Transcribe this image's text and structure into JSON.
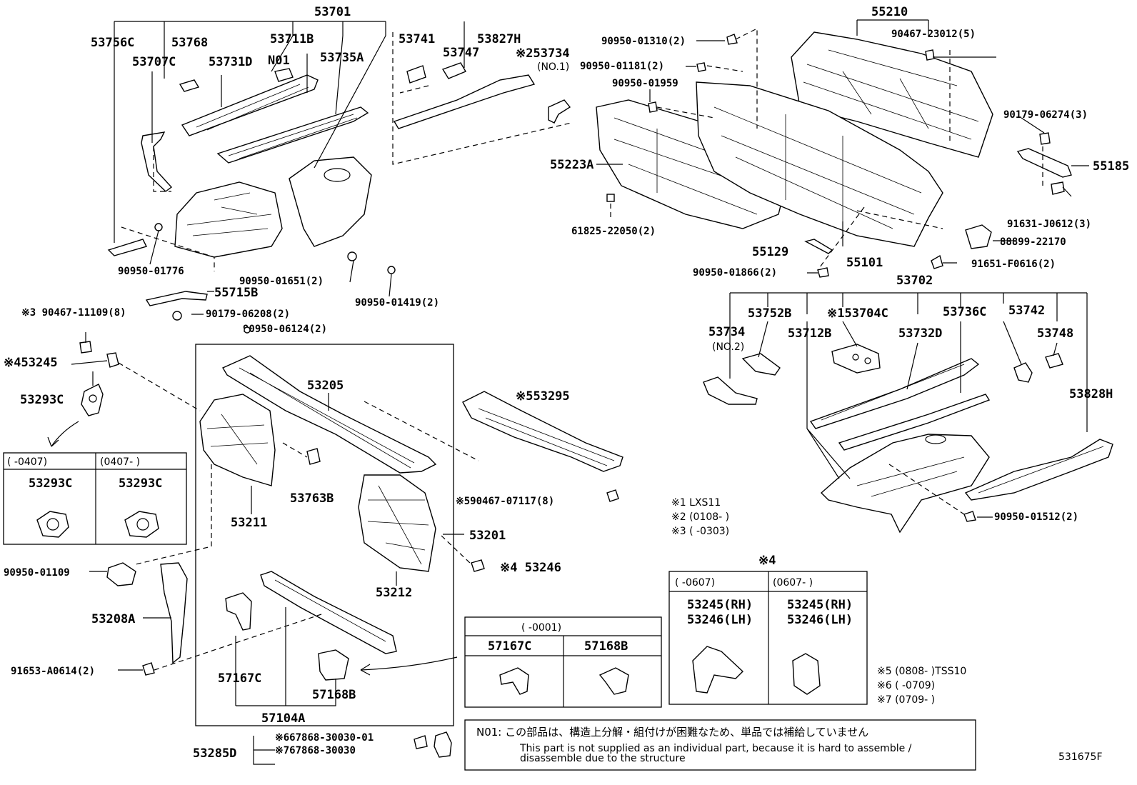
{
  "labels": {
    "p53701": "53701",
    "p53756c": "53756C",
    "p53768": "53768",
    "p53711b": "53711B",
    "p53707c": "53707C",
    "p53731d": "53731D",
    "n01": "N01",
    "p53735a": "53735A",
    "p53741": "53741",
    "p53747": "53747",
    "p53827h": "53827H",
    "p53734_1": "※253734",
    "no1": "(NO.1)",
    "b90950_01776": "90950-01776",
    "b90950_01651": "90950-01651(2)",
    "b90950_01419": "90950-01419(2)",
    "p55715b": "55715B",
    "b90179_06208": "90179-06208(2)",
    "b90467_11109": "※3 90467-11109(8)",
    "b90950_06124": "90950-06124(2)",
    "p53245": "※453245",
    "p53293c": "53293C",
    "p53205": "53205",
    "p53295": "※553295",
    "p53211": "53211",
    "p53763b": "53763B",
    "b90467_07117": "※590467-07117(8)",
    "p53201": "53201",
    "p53212": "53212",
    "p53246": "※4 53246",
    "b90950_01109": "90950-01109",
    "p53208a": "53208A",
    "b91653_a0614": "91653-A0614(2)",
    "p57167c": "57167C",
    "p57168b": "57168B",
    "p57104a": "57104A",
    "c67868_01": "※667868-30030-01",
    "c67868_02": "※767868-30030",
    "p53285d": "53285D",
    "p55210": "55210",
    "b90950_01310": "90950-01310(2)",
    "b90467_23012": "90467-23012(5)",
    "b90950_01181": "90950-01181(2)",
    "b90950_01959": "90950-01959",
    "p55223a": "55223A",
    "b90179_06274": "90179-06274(3)",
    "p55185": "55185",
    "b91631_j0612": "91631-J0612(3)",
    "b61825_22050": "61825-22050(2)",
    "p55129": "55129",
    "p55101": "55101",
    "b88899_22170": "88899-22170",
    "b91651_f0616": "91651-F0616(2)",
    "b90950_01866": "90950-01866(2)",
    "p53702": "53702",
    "p53752b": "53752B",
    "p53704c": "※153704C",
    "p53736c": "53736C",
    "p53742": "53742",
    "p53734_2": "53734",
    "no2": "(NO.2)",
    "p53712b": "53712B",
    "p53732d": "53732D",
    "p53748": "53748",
    "p53828h": "53828H",
    "b90950_01512": "90950-01512(2)",
    "diagram_id": "531675F"
  },
  "notes": {
    "n1": "※1 LXS11",
    "n2": "※2 (0108-      )",
    "n3": "※3 (      -0303)",
    "n5": "※5 (0808-      )TSS10",
    "n6": "※6 (      -0709)",
    "n7": "※7 (0709-      )"
  },
  "table_53293": {
    "h1": "(      -0407)",
    "h2": "(0407-      )",
    "c1": "53293C",
    "c2": "53293C"
  },
  "table_57167": {
    "h": "(      -0001)",
    "c1": "57167C",
    "c2": "57168B"
  },
  "table_53245": {
    "title": "※4",
    "h1": "(      -0607)",
    "h2": "(0607-      )",
    "l1a": "53245(RH)",
    "l1b": "53246(LH)",
    "l2a": "53245(RH)",
    "l2b": "53246(LH)"
  },
  "footnote": {
    "jp": "N01: この部品は、構造上分解・組付けが困難なため、単品では補給していません",
    "en1": "This part is not supplied as an individual part, because it is hard to assemble /",
    "en2": "disassemble due to the structure"
  }
}
